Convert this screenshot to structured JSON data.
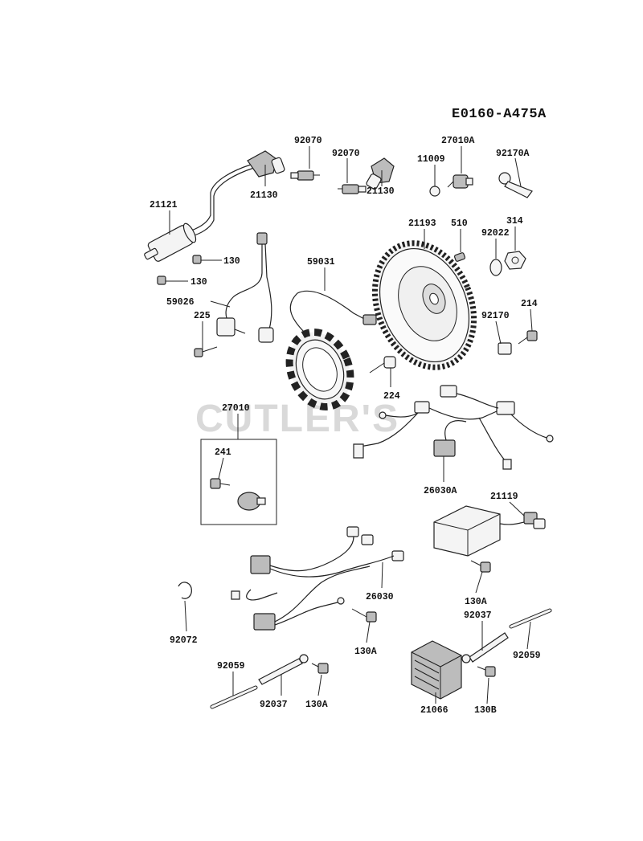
{
  "diagram_code": "E0160-A475A",
  "watermark": "CUTLER'S",
  "parts": [
    {
      "id": "92070-a",
      "label": "92070"
    },
    {
      "id": "92070-b",
      "label": "92070"
    },
    {
      "id": "27010A",
      "label": "27010A"
    },
    {
      "id": "11009",
      "label": "11009"
    },
    {
      "id": "92170A",
      "label": "92170A"
    },
    {
      "id": "21121",
      "label": "21121"
    },
    {
      "id": "21130-a",
      "label": "21130"
    },
    {
      "id": "21130-b",
      "label": "21130"
    },
    {
      "id": "21193",
      "label": "21193"
    },
    {
      "id": "510",
      "label": "510"
    },
    {
      "id": "92022",
      "label": "92022"
    },
    {
      "id": "314",
      "label": "314"
    },
    {
      "id": "130-a",
      "label": "130"
    },
    {
      "id": "130-b",
      "label": "130"
    },
    {
      "id": "59031",
      "label": "59031"
    },
    {
      "id": "59026",
      "label": "59026"
    },
    {
      "id": "225",
      "label": "225"
    },
    {
      "id": "92170",
      "label": "92170"
    },
    {
      "id": "214",
      "label": "214"
    },
    {
      "id": "224",
      "label": "224"
    },
    {
      "id": "27010",
      "label": "27010"
    },
    {
      "id": "241",
      "label": "241"
    },
    {
      "id": "26030A",
      "label": "26030A"
    },
    {
      "id": "21119",
      "label": "21119"
    },
    {
      "id": "26030",
      "label": "26030"
    },
    {
      "id": "130A-a",
      "label": "130A"
    },
    {
      "id": "130A-b",
      "label": "130A"
    },
    {
      "id": "130A-c",
      "label": "130A"
    },
    {
      "id": "92072",
      "label": "92072"
    },
    {
      "id": "92037-a",
      "label": "92037"
    },
    {
      "id": "92037-b",
      "label": "92037"
    },
    {
      "id": "92059-a",
      "label": "92059"
    },
    {
      "id": "92059-b",
      "label": "92059"
    },
    {
      "id": "21066",
      "label": "21066"
    },
    {
      "id": "130B",
      "label": "130B"
    }
  ]
}
